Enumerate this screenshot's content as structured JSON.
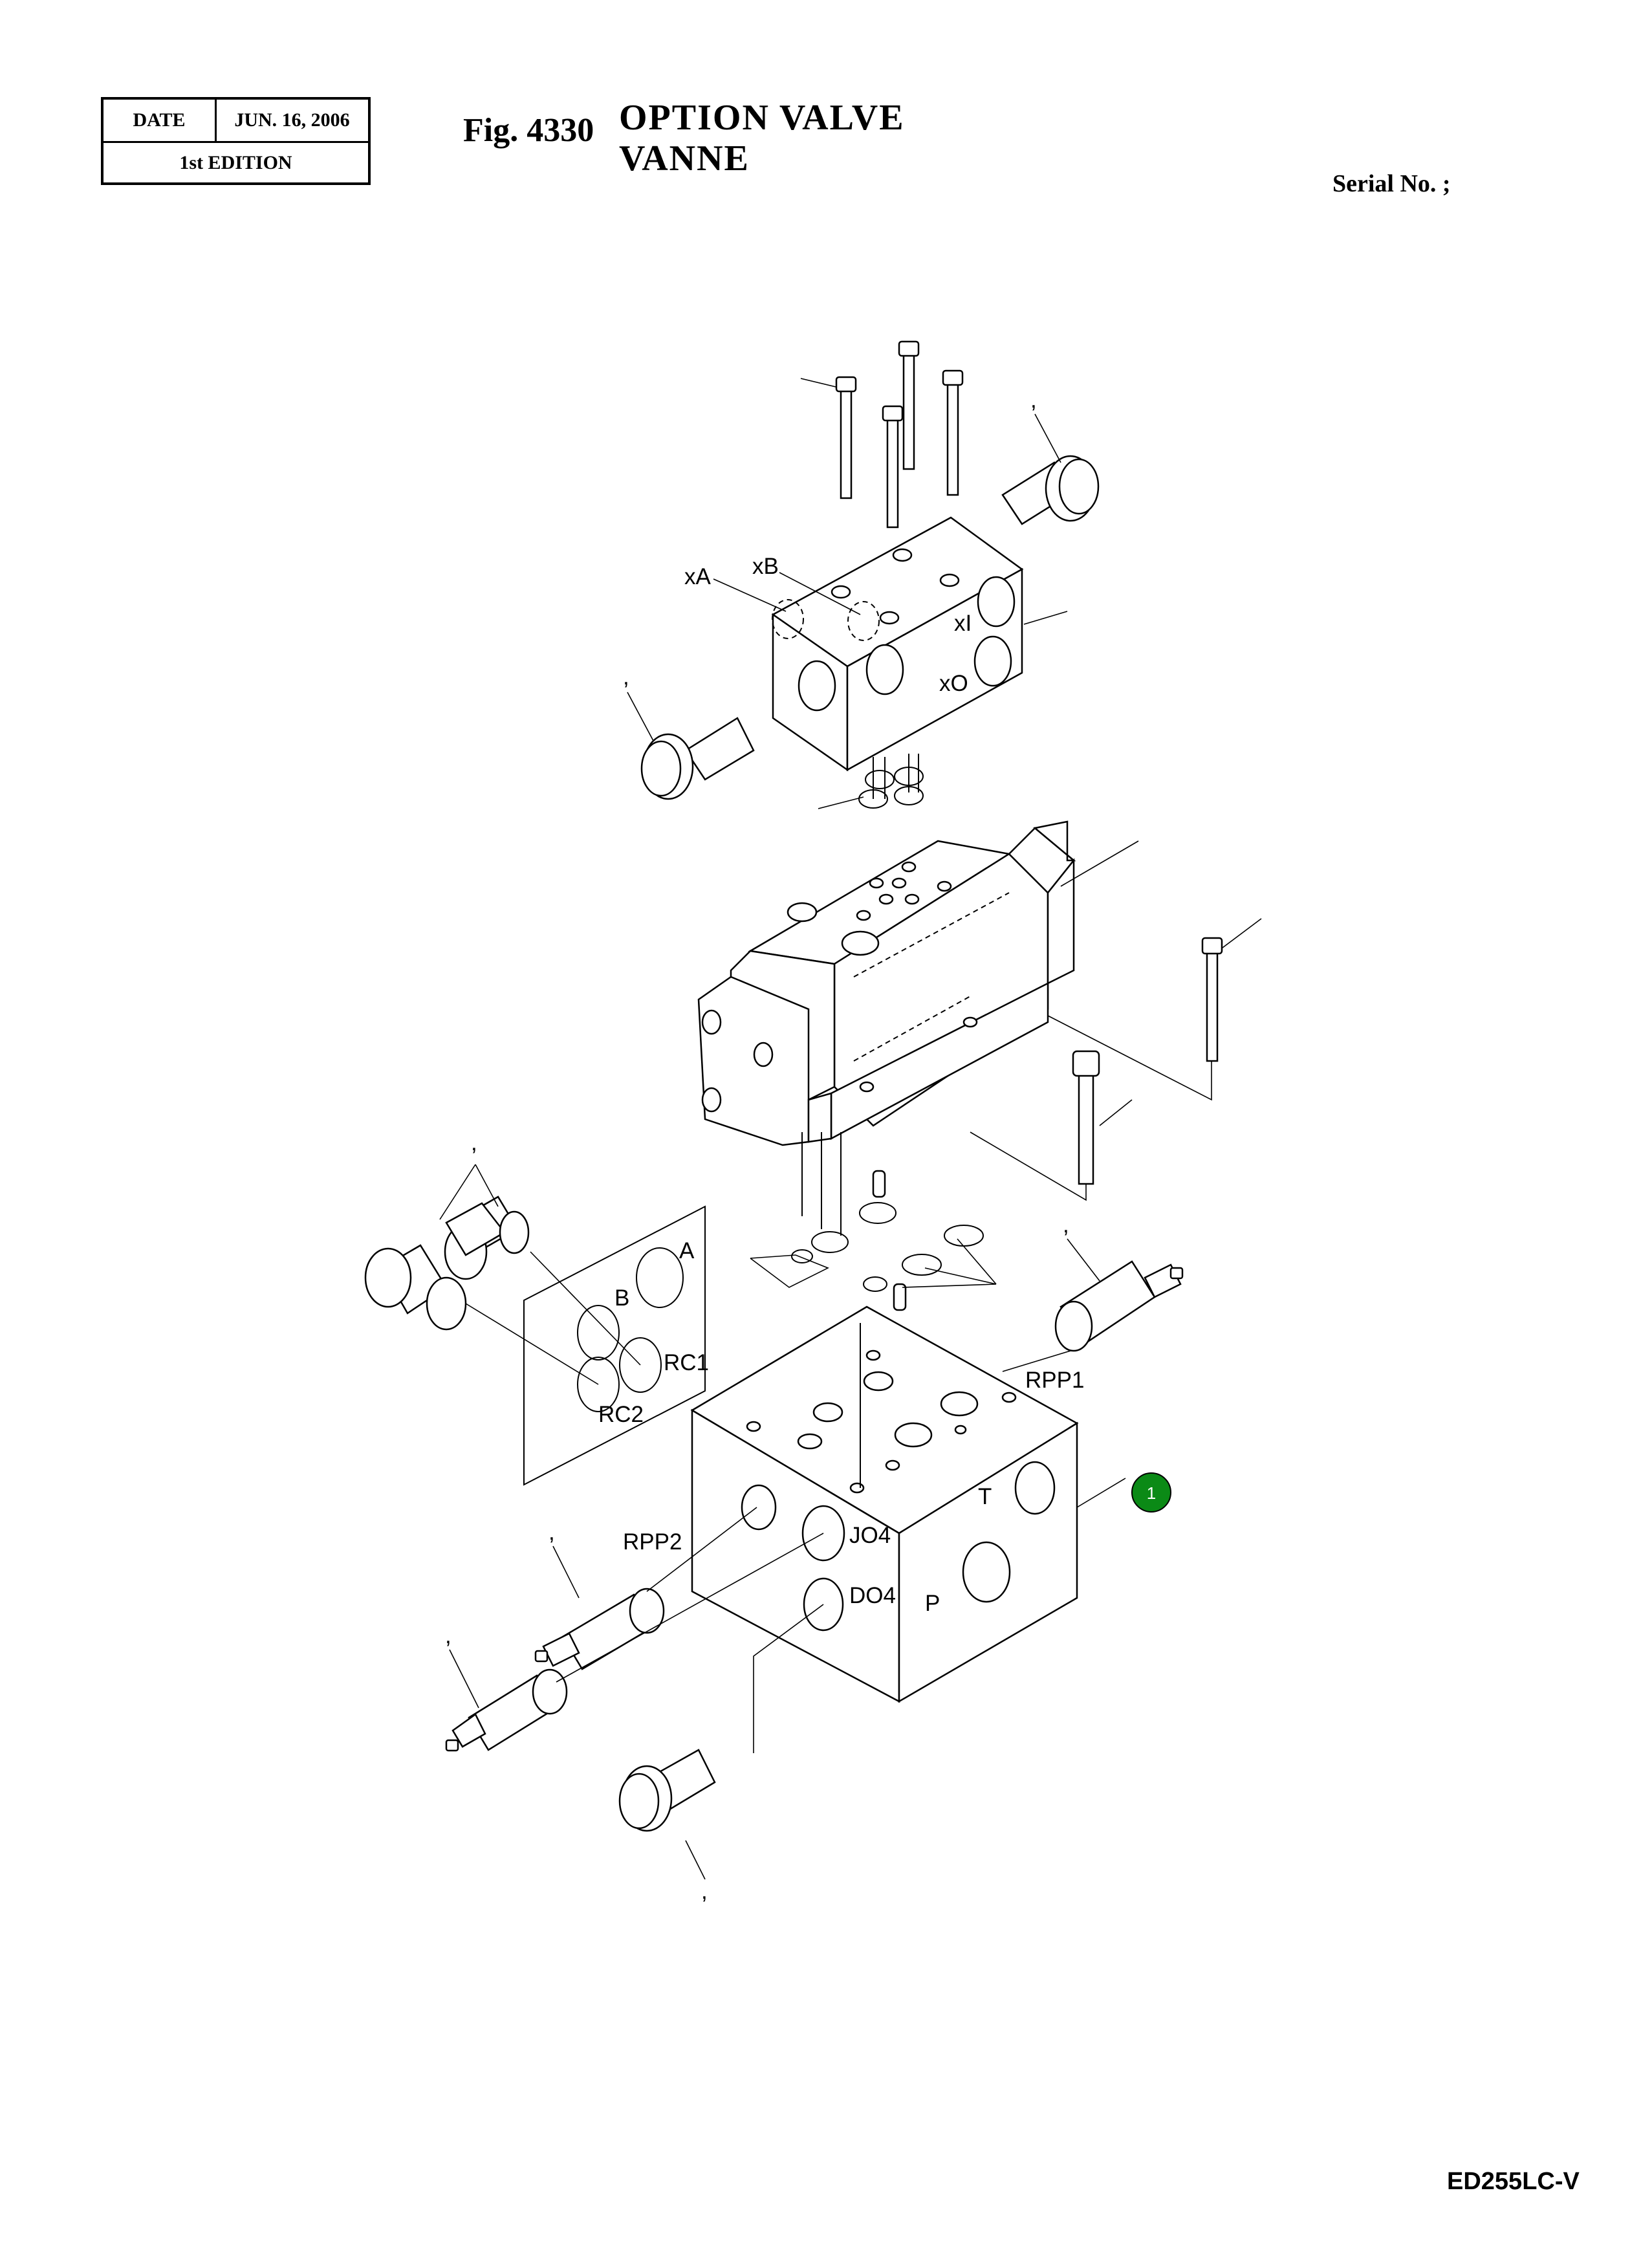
{
  "header": {
    "date_label": "DATE",
    "date_value": "JUN. 16, 2006",
    "edition": "1st EDITION",
    "fig_number": "Fig. 4330",
    "title_en": "OPTION  VALVE",
    "title_fr": "VANNE",
    "serial": "Serial No. ;"
  },
  "footer": {
    "model": "ED255LC-V"
  },
  "diagram": {
    "port_labels": {
      "xA": "xA",
      "xB": "xB",
      "xI": "xI",
      "xO": "xO",
      "A": "A",
      "B": "B",
      "RC1": "RC1",
      "RC2": "RC2",
      "RPP1": "RPP1",
      "RPP2": "RPP2",
      "T": "T",
      "P": "P",
      "JO4": "JO4",
      "DO4": "DO4"
    },
    "callout_ticks": ",",
    "callouts": [
      {
        "number": "1",
        "color": "#0b8a16"
      }
    ]
  }
}
